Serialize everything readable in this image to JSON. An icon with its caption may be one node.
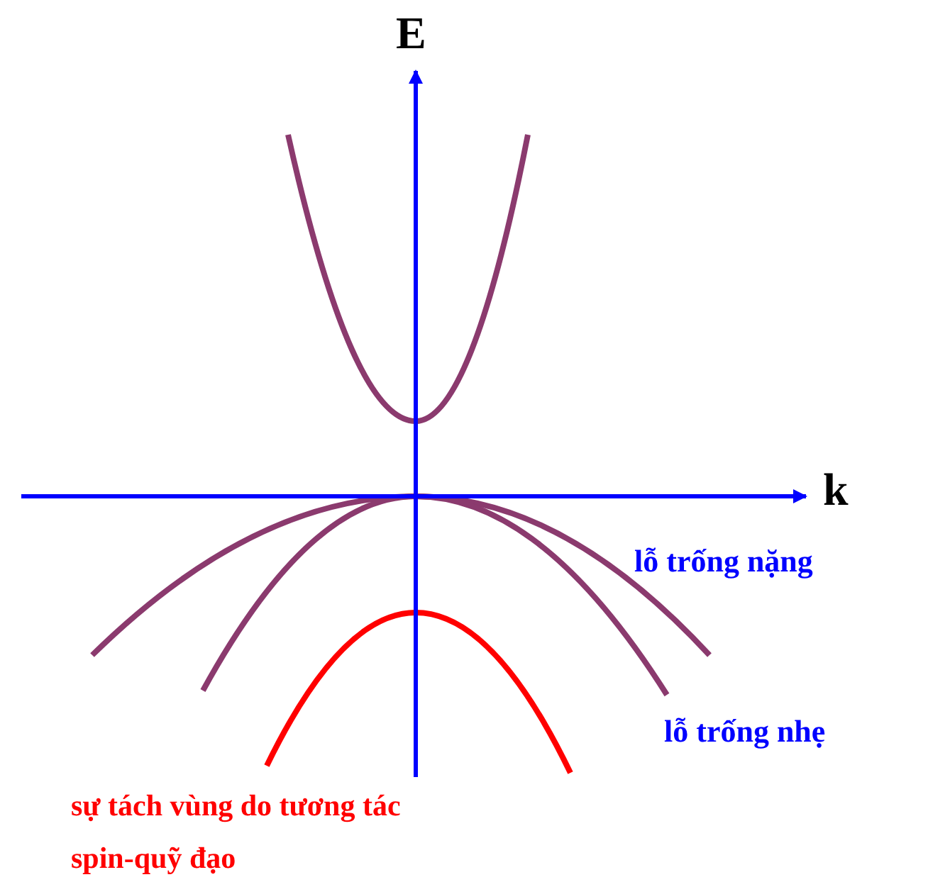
{
  "diagram": {
    "labels": [
      "E",
      "k",
      "lỗ trống nặng",
      "lỗ trống nhẹ",
      "sự tách vùng do tương tác spin-quỹ đạo"
    ]
  }
}
